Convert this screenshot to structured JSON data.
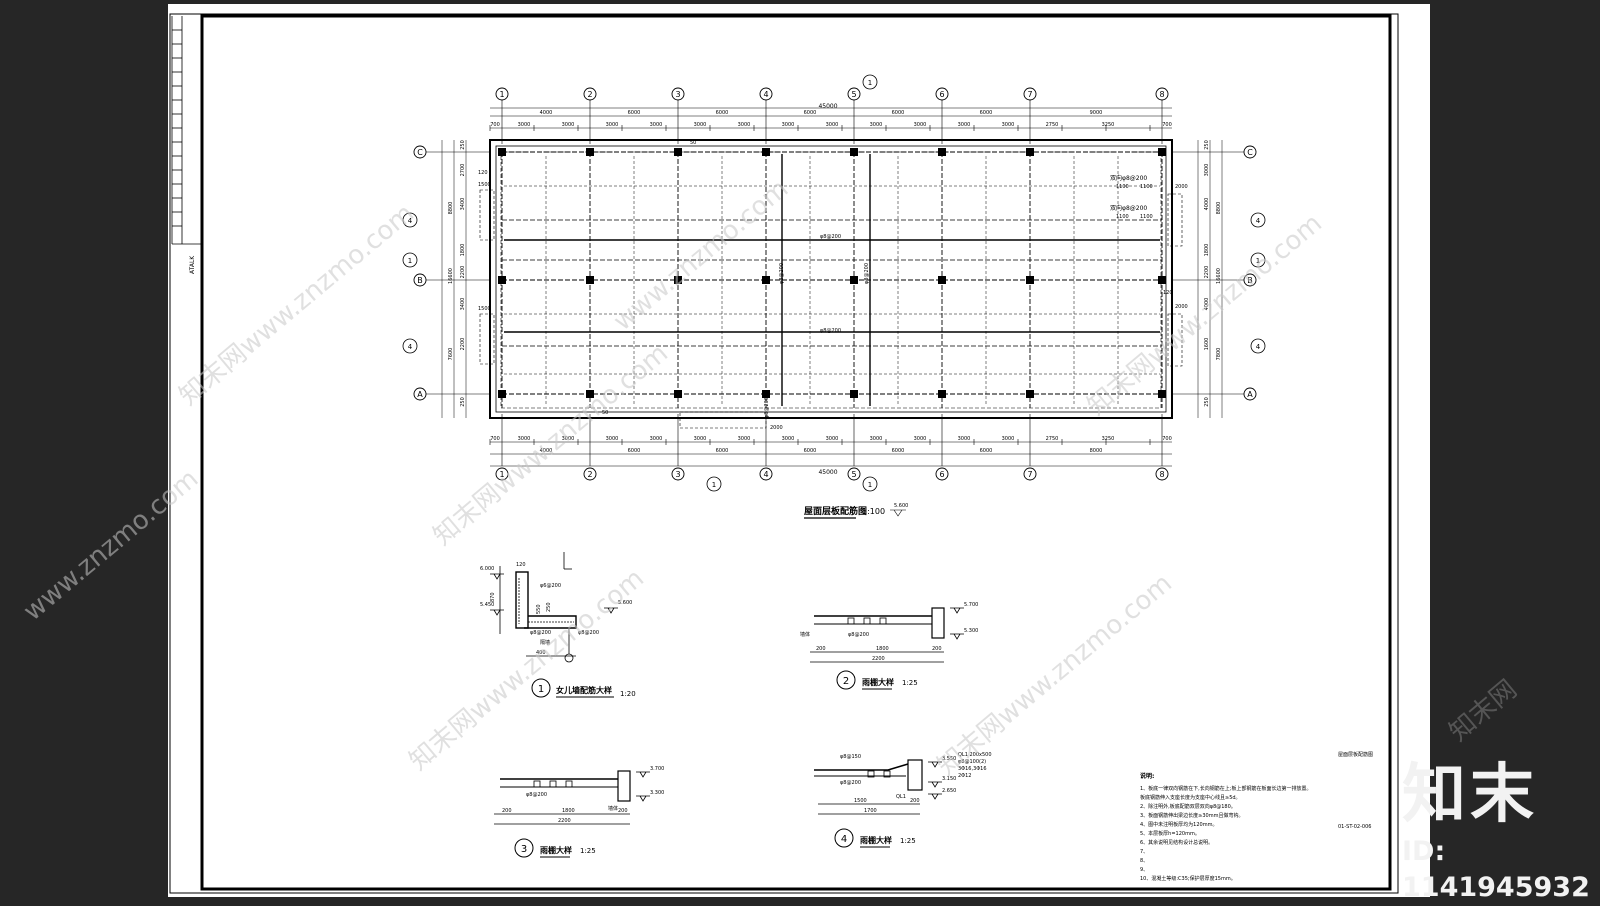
{
  "drawing": {
    "plan_title": "屋面层板配筋图",
    "plan_scale": "1:100",
    "plan_elevation": "5.600",
    "sheet_title": "屋面层板配筋图",
    "sheet_no": "01-ST-02-006",
    "left_strip_code": "ATALK",
    "overall_length": "45000",
    "axes_numbers": [
      "1",
      "2",
      "3",
      "4",
      "5",
      "6",
      "7",
      "8"
    ],
    "axes_letters": [
      "A",
      "B",
      "C"
    ],
    "sub_axes": [
      "4",
      "1",
      "4"
    ],
    "top_dims_row1": [
      "4000",
      "6000",
      "6000",
      "6000",
      "6000",
      "6000",
      "9000"
    ],
    "top_dims_row2": [
      "700",
      "3000",
      "3000",
      "3000",
      "3000",
      "3000",
      "3000",
      "3000",
      "3000",
      "3000",
      "3000",
      "3000",
      "3000",
      "2750",
      "3250",
      "700"
    ],
    "bottom_dims_row1": [
      "700",
      "3000",
      "3000",
      "3000",
      "3000",
      "3000",
      "3000",
      "3000",
      "3000",
      "3000",
      "3000",
      "3000",
      "3000",
      "2750",
      "3250",
      "700"
    ],
    "bottom_dims_row2": [
      "4000",
      "6000",
      "6000",
      "6000",
      "6000",
      "6000",
      "8000"
    ],
    "left_dims": [
      "250",
      "2700",
      "3400",
      "1800",
      "2200",
      "3400",
      "2200",
      "250"
    ],
    "left_totals": [
      "8800",
      "16600",
      "7600"
    ],
    "right_dims": [
      "250",
      "3000",
      "4000",
      "1800",
      "2200",
      "4000",
      "1600",
      "250"
    ],
    "right_totals": [
      "8800",
      "16600",
      "7800"
    ],
    "rebar_labels": [
      "φ8@200",
      "φ8@200",
      "φ8@200",
      "φ8@200",
      "φ8@200"
    ],
    "rebar_notes": [
      "双向φ8@200",
      "双向φ8@200"
    ],
    "rebar_spans": [
      "1100",
      "1100",
      "1100",
      "1100"
    ],
    "small_dims": [
      "1500",
      "1500",
      "2000",
      "2000",
      "120",
      "120",
      "50",
      "50",
      "2000"
    ]
  },
  "details": [
    {
      "no": "1",
      "title": "女儿墙配筋大样",
      "scale": "1:20",
      "levels": [
        "6.000",
        "5.450",
        "5.600"
      ],
      "dims": [
        "120",
        "870",
        "550",
        "250",
        "400"
      ],
      "bars": [
        "φ6@200",
        "φ8@200",
        "φ8@200"
      ],
      "label": "隔墙"
    },
    {
      "no": "2",
      "title": "雨棚大样",
      "scale": "1:25",
      "levels": [
        "5.700",
        "5.300"
      ],
      "dims": [
        "200",
        "1800",
        "2200",
        "200"
      ],
      "bars": [
        "φ8@200"
      ],
      "label": "墙体"
    },
    {
      "no": "3",
      "title": "雨棚大样",
      "scale": "1:25",
      "levels": [
        "3.700",
        "3.300"
      ],
      "dims": [
        "200",
        "1800",
        "2200",
        "200"
      ],
      "bars": [
        "φ8@200"
      ],
      "label": "墙体"
    },
    {
      "no": "4",
      "title": "雨棚大样",
      "scale": "1:25",
      "levels": [
        "3.550",
        "3.150",
        "2.650"
      ],
      "dims": [
        "1500",
        "1700",
        "200"
      ],
      "bars": [
        "φ8@150",
        "φ8@200"
      ],
      "label": "QL1",
      "beam": [
        "QL1 200x500",
        "φ8@100(2)",
        "3Φ16,3Φ16",
        "2Φ12"
      ]
    }
  ],
  "notes": {
    "heading": "说明:",
    "items": [
      "1、板底一律双向钢筋在下,长向钢筋在上;板上部钢筋在板面长边第一排放置。",
      "   板底钢筋伸入支座长度为支座中心线且≥5d。",
      "2、除注明外,板底配筋双层双向φ8@180。",
      "3、板面钢筋伸出梁边长度≥30mm且做弯钩。",
      "4、图中未注明板厚均为120mm。",
      "5、本层板厚h=120mm。",
      "6、其余说明见结构设计总说明。",
      "7、",
      "8、",
      "9、",
      "10、混凝土等级:C35;保护层厚度15mm。"
    ]
  },
  "watermarks": [
    "www.znzmo.com",
    "知末网",
    "知末网www.znzmo.com"
  ],
  "brand": {
    "name": "知末",
    "id": "ID: 1141945932"
  }
}
